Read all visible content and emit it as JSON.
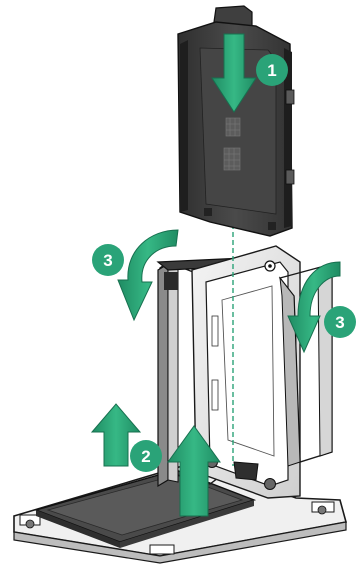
{
  "steps": [
    {
      "number": "1",
      "action": "lower-carrier"
    },
    {
      "number": "2",
      "action": "lift-frames"
    },
    {
      "number": "3",
      "action": "close-frames"
    },
    {
      "number": "3",
      "action": "close-frames"
    }
  ],
  "colors": {
    "callout": "#2aa378",
    "arrow": "#2aa378",
    "alignment_line": "#2aa378",
    "part_dark": "#3a3a3a",
    "part_mid": "#6b6b6b",
    "part_light": "#e6e6e6",
    "outline": "#1a1a1a"
  },
  "icons": [
    "down-arrow-icon",
    "up-arrow-icon",
    "curved-arrow-icon",
    "step-callout-icon"
  ]
}
